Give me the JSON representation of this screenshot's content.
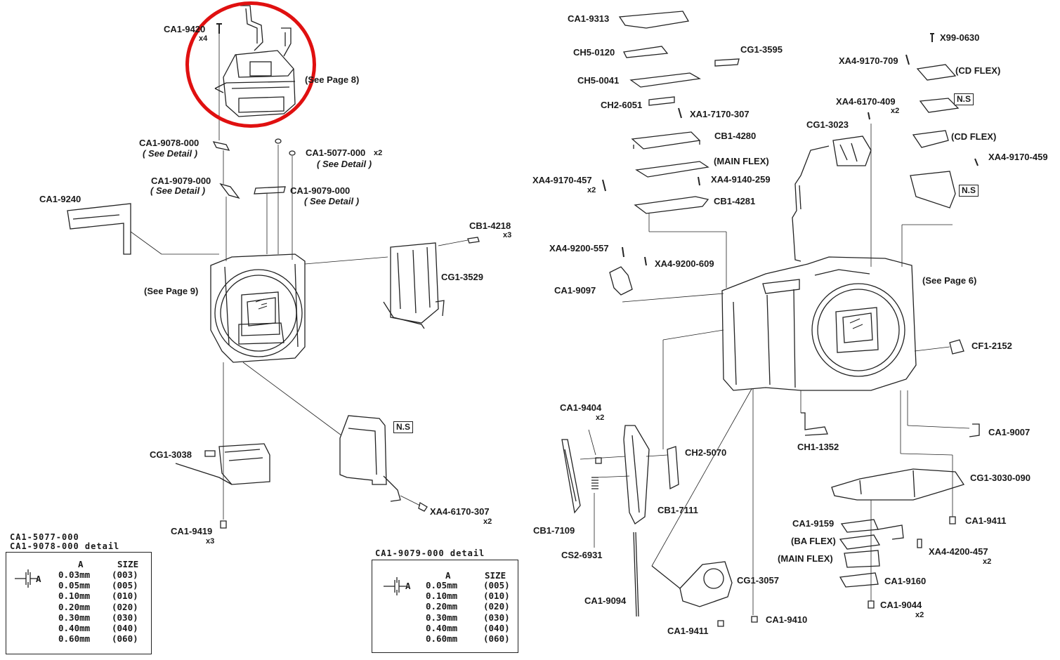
{
  "diagram": {
    "callout_color": "#e01010",
    "left_labels": {
      "ca1_9420": "CA1-9420",
      "ca1_9420_qty": "x4",
      "see_page_8": "(See Page 8)",
      "ca1_9078": "CA1-9078-000",
      "ca1_9078_detail": "( See Detail )",
      "ca1_5077": "CA1-5077-000",
      "ca1_5077_qty": "x2",
      "ca1_5077_detail": "( See Detail )",
      "ca1_9079_left": "CA1-9079-000",
      "ca1_9079_left_detail": "( See Detail )",
      "ca1_9079_right": "CA1-9079-000",
      "ca1_9079_right_detail": "( See Detail )",
      "ca1_9240": "CA1-9240",
      "cb1_4218": "CB1-4218",
      "cb1_4218_qty": "x3",
      "cg1_3529": "CG1-3529",
      "see_page_9": "(See Page 9)",
      "ns": "N.S",
      "cg1_3038": "CG1-3038",
      "xa4_6170_307": "XA4-6170-307",
      "xa4_6170_307_qty": "x2",
      "ca1_9419": "CA1-9419",
      "ca1_9419_qty": "x3"
    },
    "right_labels": {
      "ca1_9313": "CA1-9313",
      "ch5_0120": "CH5-0120",
      "cg1_3595": "CG1-3595",
      "ch5_0041": "CH5-0041",
      "ch2_6051": "CH2-6051",
      "xa1_7170_307": "XA1-7170-307",
      "cb1_4280": "CB1-4280",
      "main_flex_top": "(MAIN FLEX)",
      "xa4_9170_457": "XA4-9170-457",
      "xa4_9170_457_qty": "x2",
      "xa4_9140_259": "XA4-9140-259",
      "cb1_4281": "CB1-4281",
      "xa4_9200_557": "XA4-9200-557",
      "xa4_9200_609": "XA4-9200-609",
      "ca1_9097": "CA1-9097",
      "x99_0630": "X99-0630",
      "xa4_9170_709": "XA4-9170-709",
      "cd_flex_1": "(CD FLEX)",
      "ns_1": "N.S",
      "xa4_6170_409": "XA4-6170-409",
      "xa4_6170_409_qty": "x2",
      "cg1_3023": "CG1-3023",
      "cd_flex_2": "(CD FLEX)",
      "xa4_9170_459": "XA4-9170-459",
      "ns_2": "N.S",
      "see_page_6": "(See Page 6)",
      "cf1_2152": "CF1-2152",
      "ca1_9404": "CA1-9404",
      "ca1_9404_qty": "x2",
      "ch2_5070": "CH2-5070",
      "ch1_1352": "CH1-1352",
      "ca1_9007": "CA1-9007",
      "cg1_3030_090": "CG1-3030-090",
      "cb1_7109": "CB1-7109",
      "cb1_7111": "CB1-7111",
      "ca1_9411_r": "CA1-9411",
      "ca1_9159": "CA1-9159",
      "ba_flex": "(BA FLEX)",
      "xa4_4200_457": "XA4-4200-457",
      "xa4_4200_457_qty": "x2",
      "main_flex_bottom": "(MAIN FLEX)",
      "cs2_6931": "CS2-6931",
      "cg1_3057": "CG1-3057",
      "ca1_9160": "CA1-9160",
      "ca1_9094": "CA1-9094",
      "ca1_9044": "CA1-9044",
      "ca1_9044_qty": "x2",
      "ca1_9410": "CA1-9410",
      "ca1_9411_b": "CA1-9411"
    },
    "table_left": {
      "title_1": "CA1-5077-000",
      "title_2": "CA1-9078-000 detail",
      "col_a": "A",
      "col_size": "SIZE",
      "axis_label": "A",
      "rows": [
        {
          "a": "0.03mm",
          "size": "(003)"
        },
        {
          "a": "0.05mm",
          "size": "(005)"
        },
        {
          "a": "0.10mm",
          "size": "(010)"
        },
        {
          "a": "0.20mm",
          "size": "(020)"
        },
        {
          "a": "0.30mm",
          "size": "(030)"
        },
        {
          "a": "0.40mm",
          "size": "(040)"
        },
        {
          "a": "0.60mm",
          "size": "(060)"
        }
      ]
    },
    "table_right": {
      "title": "CA1-9079-000 detail",
      "col_a": "A",
      "col_size": "SIZE",
      "axis_label": "A",
      "rows": [
        {
          "a": "0.05mm",
          "size": "(005)"
        },
        {
          "a": "0.10mm",
          "size": "(010)"
        },
        {
          "a": "0.20mm",
          "size": "(020)"
        },
        {
          "a": "0.30mm",
          "size": "(030)"
        },
        {
          "a": "0.40mm",
          "size": "(040)"
        },
        {
          "a": "0.60mm",
          "size": "(060)"
        }
      ]
    }
  }
}
